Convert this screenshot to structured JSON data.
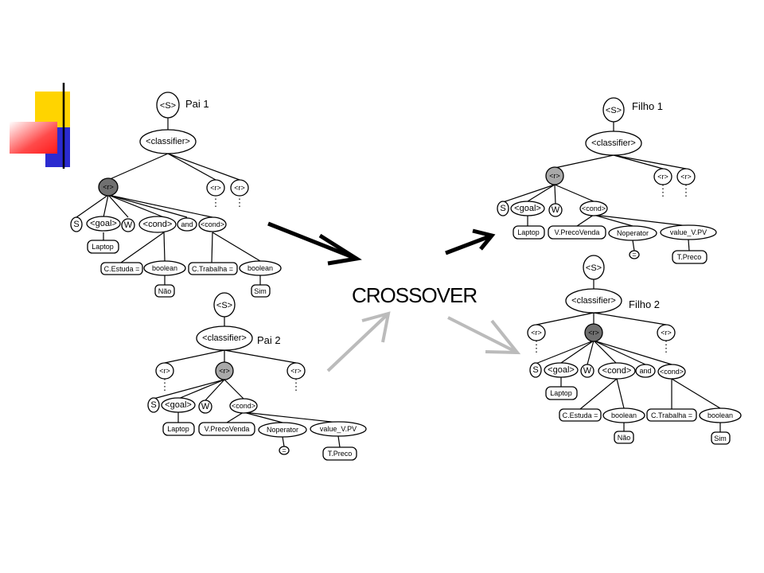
{
  "colors": {
    "deco_yellow": "#FFD400",
    "deco_blue": "#2B2BD0",
    "deco_red": "#FF2A2A",
    "arrow_black": "#000000",
    "arrow_grey": "#BBBBBB",
    "node_dark": "#707070",
    "node_grey": "#A9A9A9"
  },
  "center_label": "CROSSOVER",
  "trees": {
    "pai1": {
      "title": "Pai 1",
      "s": "<S>",
      "classifier": "<classifier>",
      "r_main": "<r>",
      "r_2": "<r>",
      "r_3": "<r>",
      "S": "S",
      "goal": "<goal>",
      "W": "W",
      "cond": "<cond>",
      "and": "and",
      "cond2": "<cond>",
      "laptop": "Laptop",
      "estuda": "C.Estuda =",
      "boolean1": "boolean",
      "nao": "Não",
      "trabalha": "C.Trabalha =",
      "boolean2": "boolean",
      "sim": "Sim"
    },
    "pai2": {
      "title": "Pai 2",
      "s": "<S>",
      "classifier": "<classifier>",
      "r_1": "<r>",
      "r_main": "<r>",
      "r_3": "<r>",
      "S": "S",
      "goal": "<goal>",
      "W": "W",
      "cond": "<cond>",
      "laptop": "Laptop",
      "preco": "V.PrecoVenda",
      "noperator": "Noperator",
      "eq": "=",
      "value": "value_V.PV",
      "tpreco": "T.Preco"
    },
    "filho1": {
      "title": "Filho 1",
      "s": "<S>",
      "classifier": "<classifier>",
      "r_main": "<r>",
      "r_2": "<r>",
      "r_3": "<r>",
      "S": "S",
      "goal": "<goal>",
      "W": "W",
      "cond": "<cond>",
      "laptop": "Laptop",
      "preco": "V.PrecoVenda",
      "noperator": "Noperator",
      "eq": "=",
      "value": "value_V.PV",
      "tpreco": "T.Preco"
    },
    "filho2": {
      "title": "Filho 2",
      "s": "<S>",
      "classifier": "<classifier>",
      "r_1": "<r>",
      "r_main": "<r>",
      "r_3": "<r>",
      "S": "S",
      "goal": "<goal>",
      "W": "W",
      "cond": "<cond>",
      "and": "and",
      "cond2": "<cond>",
      "laptop": "Laptop",
      "estuda": "C.Estuda =",
      "boolean1": "boolean",
      "nao": "Não",
      "trabalha": "C.Trabalha =",
      "boolean2": "boolean",
      "sim": "Sim"
    }
  }
}
